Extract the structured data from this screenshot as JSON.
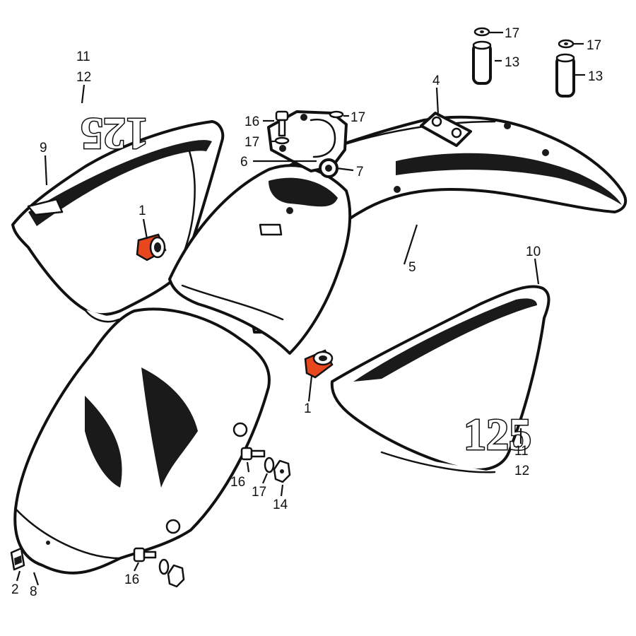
{
  "emblem_text": "125",
  "highlight_color": "#e8461c",
  "parts": [
    {
      "id": "p1a",
      "label": "1",
      "name": "rubber-grommet-left"
    },
    {
      "id": "p1b",
      "label": "1",
      "name": "rubber-grommet-right"
    },
    {
      "id": "p2",
      "label": "2",
      "name": "clip"
    },
    {
      "id": "p4",
      "label": "4",
      "name": "fender-bracket"
    },
    {
      "id": "p5",
      "label": "5",
      "name": "rear-fender"
    },
    {
      "id": "p6",
      "label": "6",
      "name": "mount-bracket"
    },
    {
      "id": "p7",
      "label": "7",
      "name": "bracket-nut"
    },
    {
      "id": "p8",
      "label": "8",
      "name": "mudguard-extension"
    },
    {
      "id": "p9",
      "label": "9",
      "name": "side-cover-left"
    },
    {
      "id": "p10",
      "label": "10",
      "name": "side-cover-right"
    },
    {
      "id": "p11a",
      "label": "11",
      "name": "emblem-left"
    },
    {
      "id": "p12a",
      "label": "12",
      "name": "emblem-left-alt"
    },
    {
      "id": "p11b",
      "label": "11",
      "name": "emblem-right"
    },
    {
      "id": "p12b",
      "label": "12",
      "name": "emblem-right-alt"
    },
    {
      "id": "p13a",
      "label": "13",
      "name": "collar-a"
    },
    {
      "id": "p13b",
      "label": "13",
      "name": "collar-b"
    },
    {
      "id": "p14",
      "label": "14",
      "name": "nut"
    },
    {
      "id": "p16a",
      "label": "16",
      "name": "bolt-top"
    },
    {
      "id": "p16b",
      "label": "16",
      "name": "bolt-middle"
    },
    {
      "id": "p16c",
      "label": "16",
      "name": "bolt-bottom"
    },
    {
      "id": "p17a",
      "label": "17",
      "name": "washer-top-a"
    },
    {
      "id": "p17b",
      "label": "17",
      "name": "washer-top-b"
    },
    {
      "id": "p17c",
      "label": "17",
      "name": "washer-bracket-right"
    },
    {
      "id": "p17d",
      "label": "17",
      "name": "washer-bracket-left"
    },
    {
      "id": "p17e",
      "label": "17",
      "name": "washer-middle"
    }
  ]
}
